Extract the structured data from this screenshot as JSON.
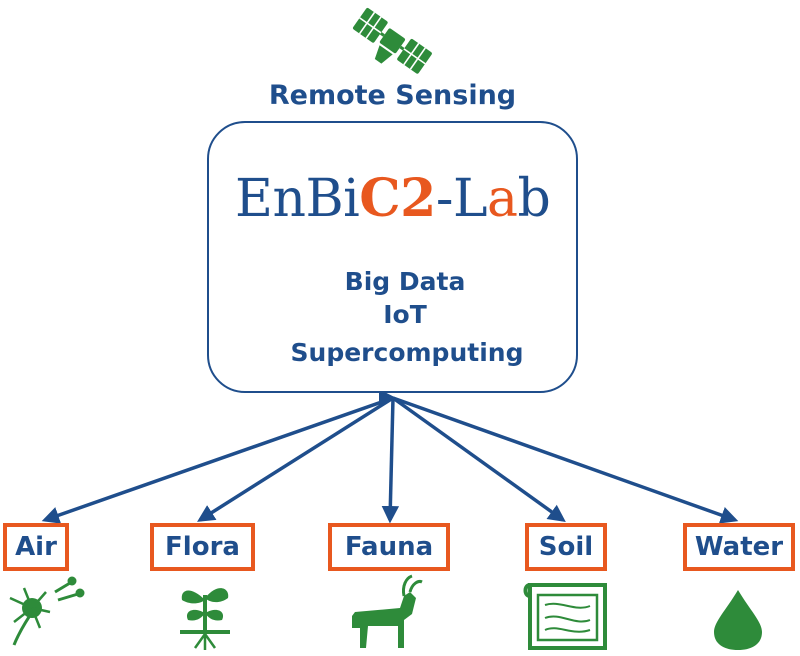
{
  "remote_sensing": {
    "label": "Remote Sensing"
  },
  "hub": {
    "logo": {
      "part1": "EnBi",
      "part2": "C2",
      "part3": "-L",
      "part4": "a",
      "part5": "b"
    },
    "technologies": [
      "Big Data",
      "IoT",
      "Supercomputing"
    ]
  },
  "categories": [
    {
      "label": "Air",
      "icon": "dandelion-icon"
    },
    {
      "label": "Flora",
      "icon": "sprout-icon"
    },
    {
      "label": "Fauna",
      "icon": "deer-icon"
    },
    {
      "label": "Soil",
      "icon": "soil-map-icon"
    },
    {
      "label": "Water",
      "icon": "water-drop-icon"
    }
  ],
  "colors": {
    "blue": "#1f4e8c",
    "orange": "#e8581f",
    "green": "#2e8b3a"
  }
}
